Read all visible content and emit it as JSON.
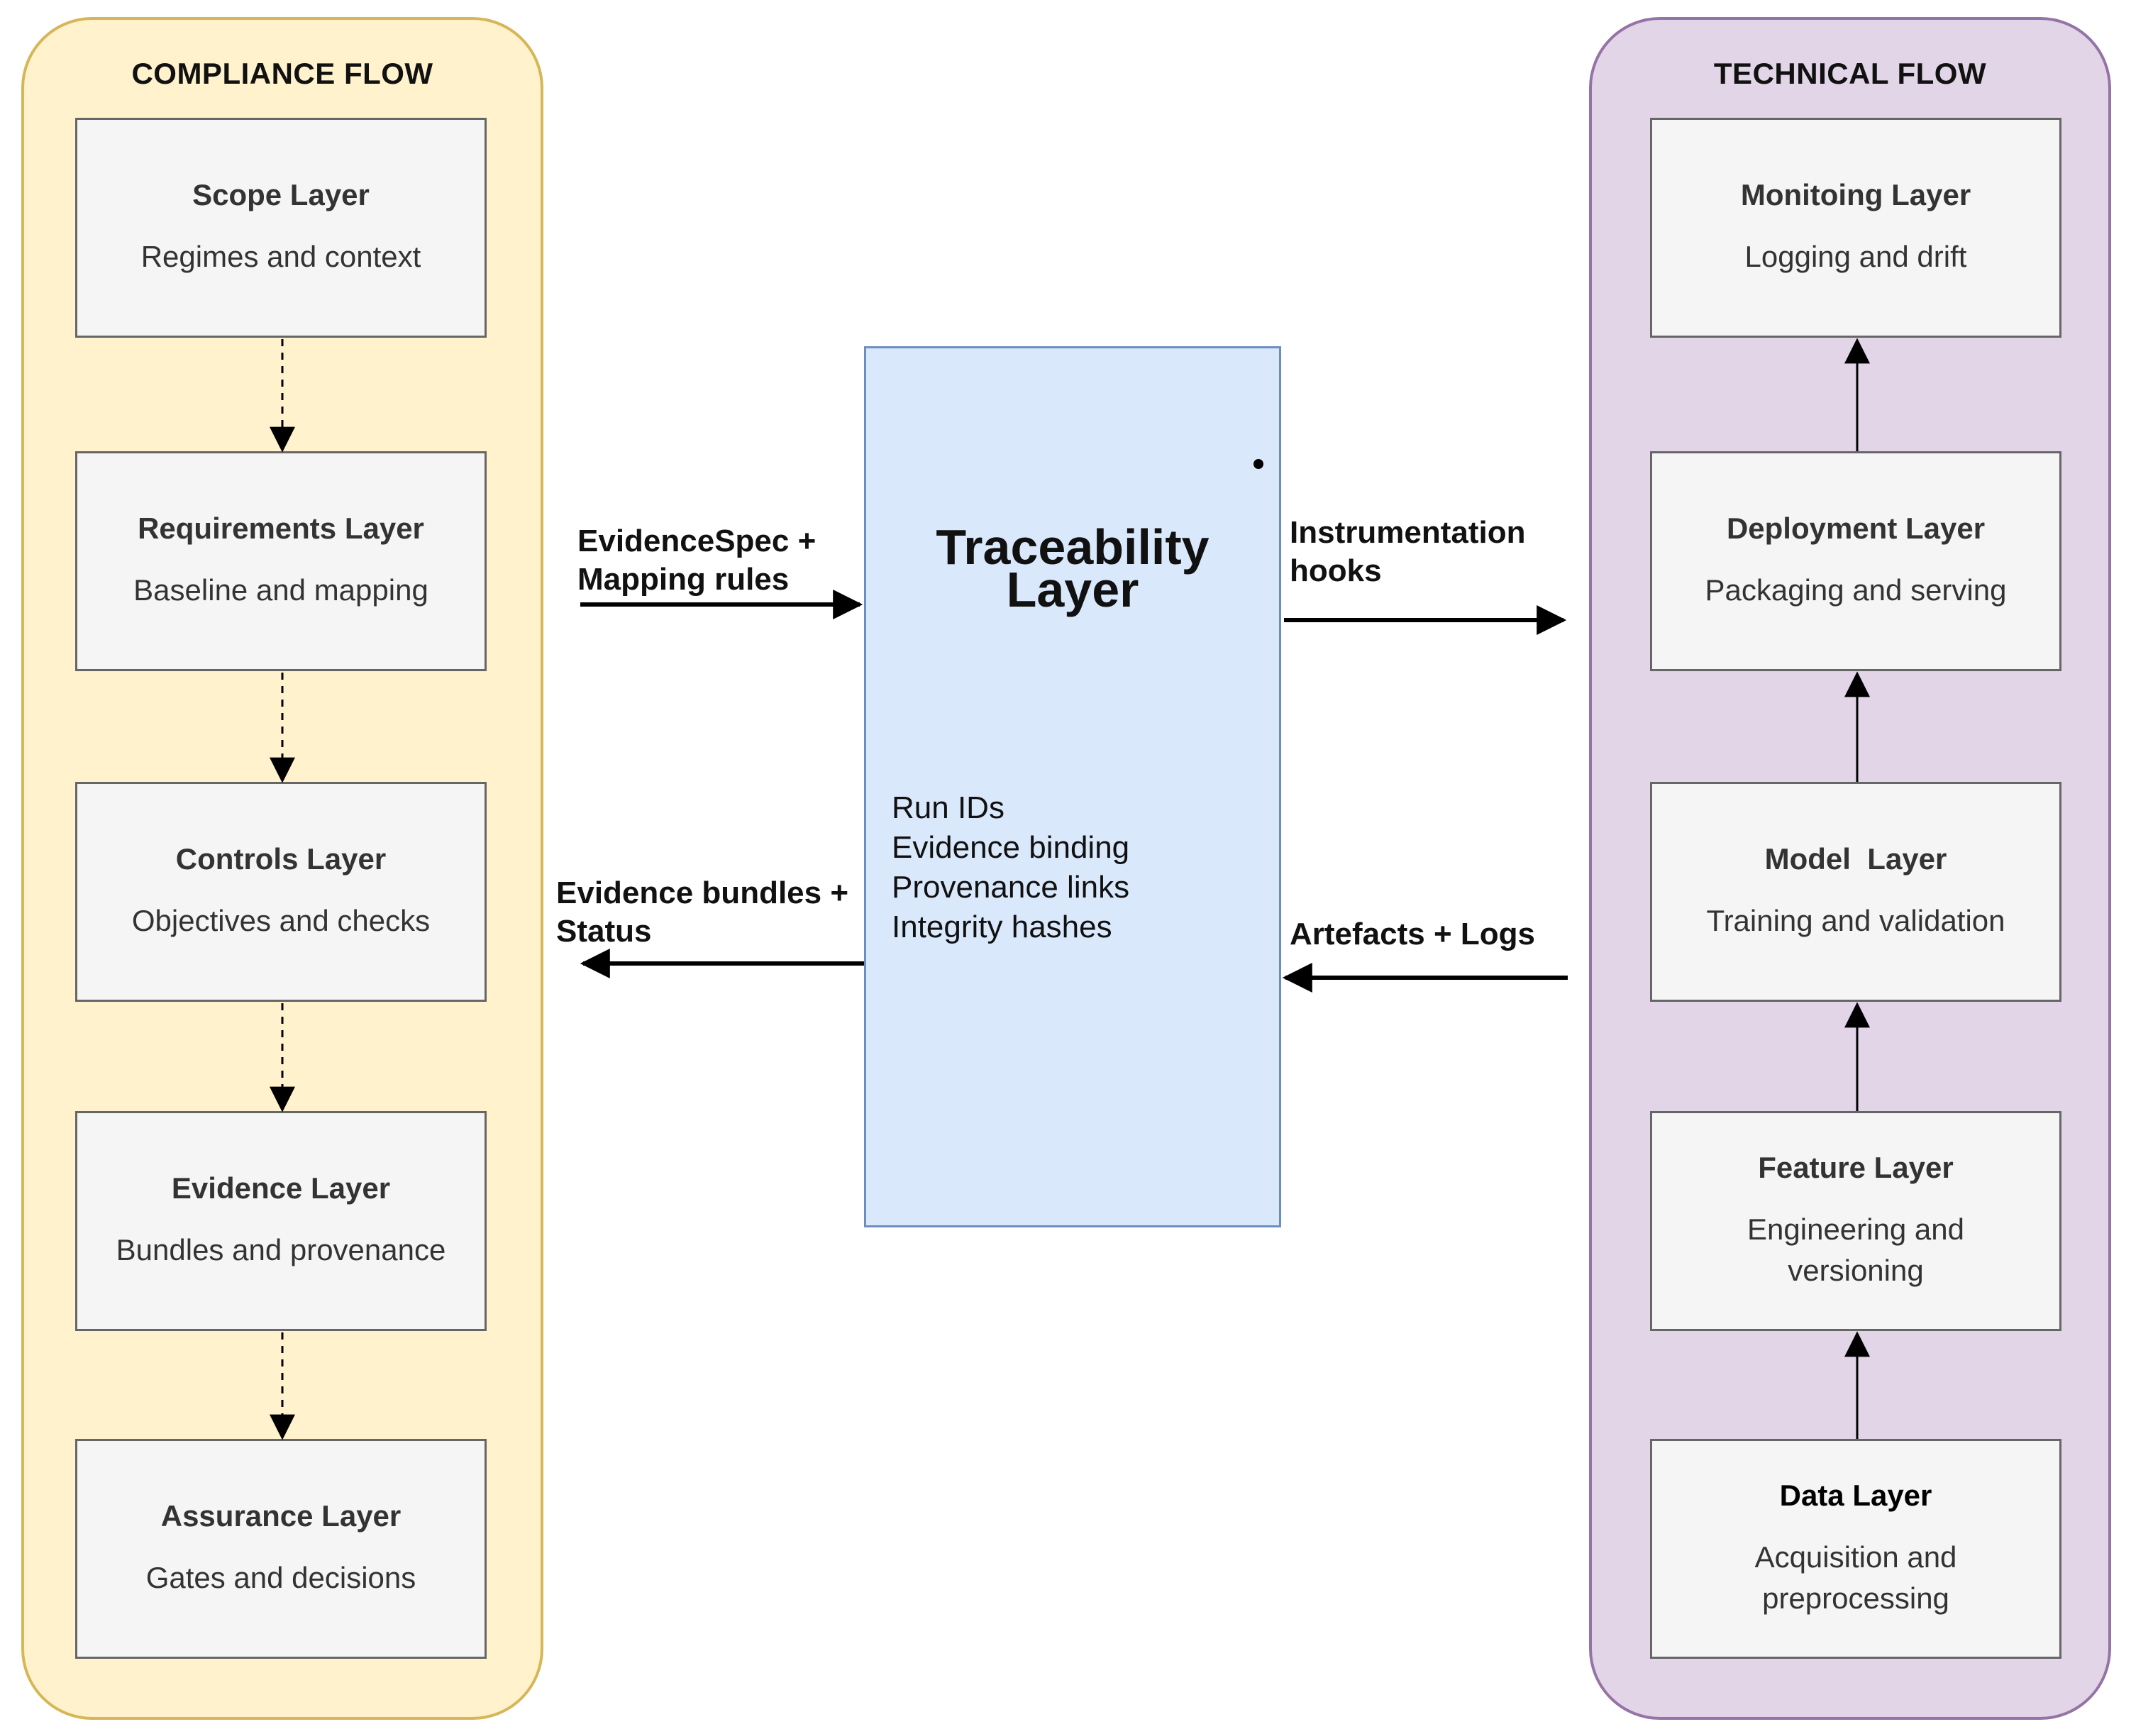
{
  "compliance_flow": {
    "title": "COMPLIANCE FLOW",
    "layers": [
      {
        "title": "Scope Layer",
        "subtitle": "Regimes and context"
      },
      {
        "title": "Requirements Layer",
        "subtitle": "Baseline and mapping"
      },
      {
        "title": "Controls Layer",
        "subtitle": "Objectives and checks"
      },
      {
        "title": "Evidence Layer",
        "subtitle": "Bundles and provenance"
      },
      {
        "title": "Assurance Layer",
        "subtitle": "Gates and decisions"
      }
    ]
  },
  "technical_flow": {
    "title": "TECHNICAL FLOW",
    "layers": [
      {
        "title": "Monitoing Layer",
        "subtitle": "Logging and drift"
      },
      {
        "title": "Deployment Layer",
        "subtitle": "Packaging and serving"
      },
      {
        "title": "Model  Layer",
        "subtitle": "Training and validation"
      },
      {
        "title": "Feature Layer",
        "subtitle": "Engineering and versioning"
      },
      {
        "title": "Data Layer",
        "subtitle": "Acquisition and preprocessing"
      }
    ]
  },
  "traceability": {
    "title_line1": "Traceability",
    "title_line2": "Layer",
    "items": [
      "Run IDs",
      "Evidence binding",
      "Provenance links",
      "Integrity hashes"
    ]
  },
  "arrows": {
    "evidence_spec_line1": "EvidenceSpec +",
    "evidence_spec_line2": "Mapping rules",
    "evidence_bundles_line1": "Evidence bundles +",
    "evidence_bundles_line2": "Status",
    "instrumentation_line1": "Instrumentation",
    "instrumentation_line2": "hooks",
    "artefacts_logs": "Artefacts + Logs"
  },
  "colors": {
    "compliance_fill": "#fff2cc",
    "compliance_border": "#d6b656",
    "technical_fill": "#e1d5e7",
    "technical_border": "#9673a6",
    "traceability_fill": "#dae8fc",
    "traceability_border": "#6c8ebf",
    "layer_fill": "#f5f5f5",
    "layer_border": "#666666"
  }
}
